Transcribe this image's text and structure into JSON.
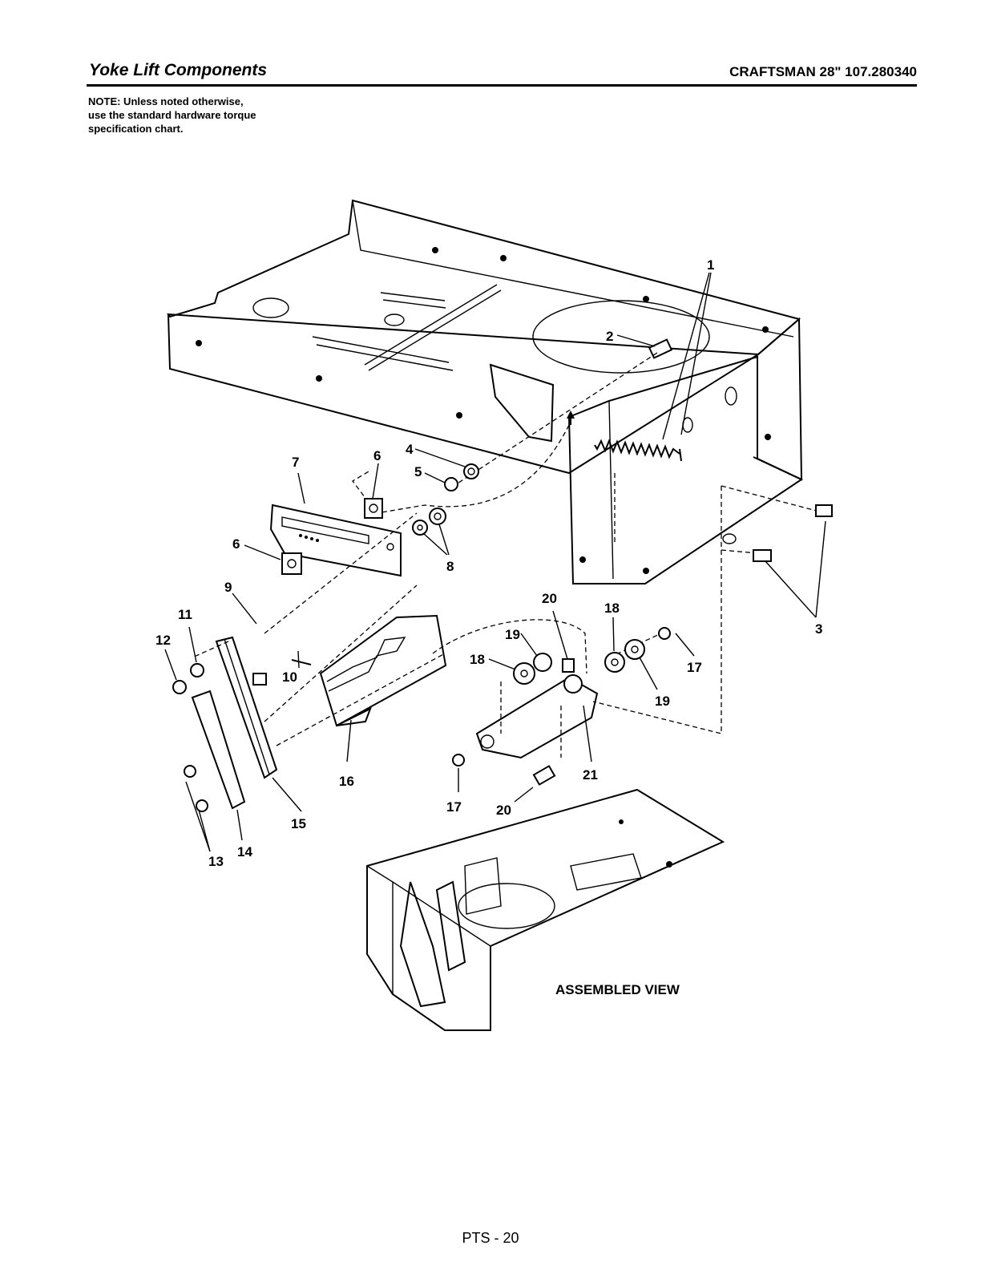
{
  "header": {
    "title": "Yoke Lift Components",
    "model": "CRAFTSMAN 28\" 107.280340"
  },
  "note": {
    "line1": "NOTE: Unless noted otherwise,",
    "line2": "use the standard hardware torque",
    "line3": "specification chart."
  },
  "callouts": {
    "c1": "1",
    "c2": "2",
    "c3": "3",
    "c4": "4",
    "c5": "5",
    "c6a": "6",
    "c6b": "6",
    "c7": "7",
    "c8": "8",
    "c9": "9",
    "c10": "10",
    "c11": "11",
    "c12": "12",
    "c13": "13",
    "c14": "14",
    "c15": "15",
    "c16": "16",
    "c17a": "17",
    "c17b": "17",
    "c18a": "18",
    "c18b": "18",
    "c19a": "19",
    "c19b": "19",
    "c20a": "20",
    "c20b": "20",
    "c21": "21"
  },
  "assembled_label": "ASSEMBLED VIEW",
  "footer": {
    "page": "PTS - 20"
  }
}
